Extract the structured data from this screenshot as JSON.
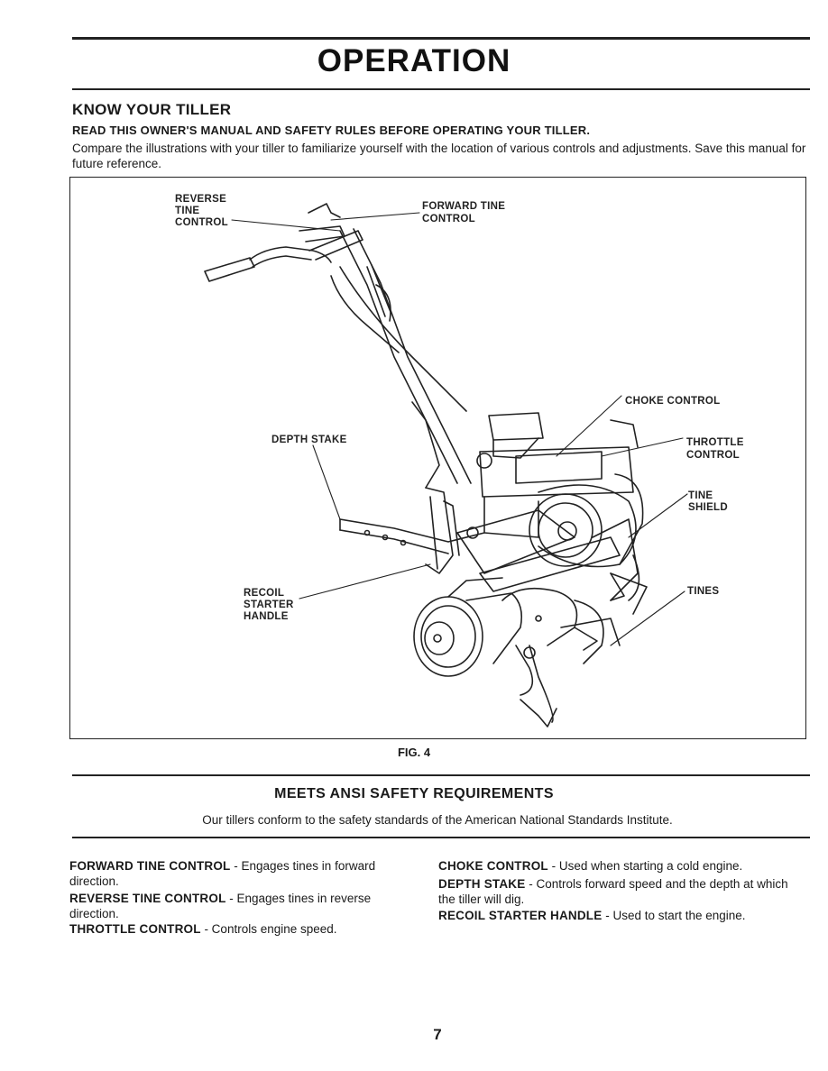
{
  "header": {
    "title": "OPERATION"
  },
  "know": {
    "heading": "KNOW YOUR TILLER",
    "warning": "READ THIS OWNER'S MANUAL AND SAFETY RULES BEFORE OPERATING YOUR TILLER.",
    "intro": "Compare the illustrations with your tiller to familiarize yourself with the location of various controls and adjustments. Save this manual for future reference."
  },
  "figure": {
    "labels": {
      "reverse_1": "REVERSE",
      "reverse_2": "TINE",
      "reverse_3": "CONTROL",
      "forward_1": "FORWARD TINE",
      "forward_2": "CONTROL",
      "choke": "CHOKE CONTROL",
      "depth": "DEPTH STAKE",
      "throttle_1": "THROTTLE",
      "throttle_2": "CONTROL",
      "shield_1": "TINE",
      "shield_2": "SHIELD",
      "recoil_1": "RECOIL",
      "recoil_2": "STARTER",
      "recoil_3": "HANDLE",
      "tines": "TINES"
    },
    "caption": "FIG. 4"
  },
  "ansi": {
    "heading": "MEETS ANSI SAFETY REQUIREMENTS",
    "body": "Our tillers conform to the safety standards of the American National Standards Institute."
  },
  "definitions": {
    "forward_term": "FORWARD TINE CONTROL",
    "forward_desc": " - Engages tines in forward direction.",
    "reverse_term": "REVERSE TINE CONTROL",
    "reverse_desc": " - Engages tines in reverse direction.",
    "throttle_term": "THROTTLE CONTROL",
    "throttle_desc": " - Controls engine speed.",
    "choke_term": "CHOKE CONTROL",
    "choke_desc": " - Used when starting a cold engine.",
    "depth_term": "DEPTH STAKE",
    "depth_desc": " - Controls forward speed and the depth at which the tiller will dig.",
    "recoil_term": "RECOIL STARTER HANDLE",
    "recoil_desc": " - Used to start the engine."
  },
  "footer": {
    "page_number": "7"
  }
}
